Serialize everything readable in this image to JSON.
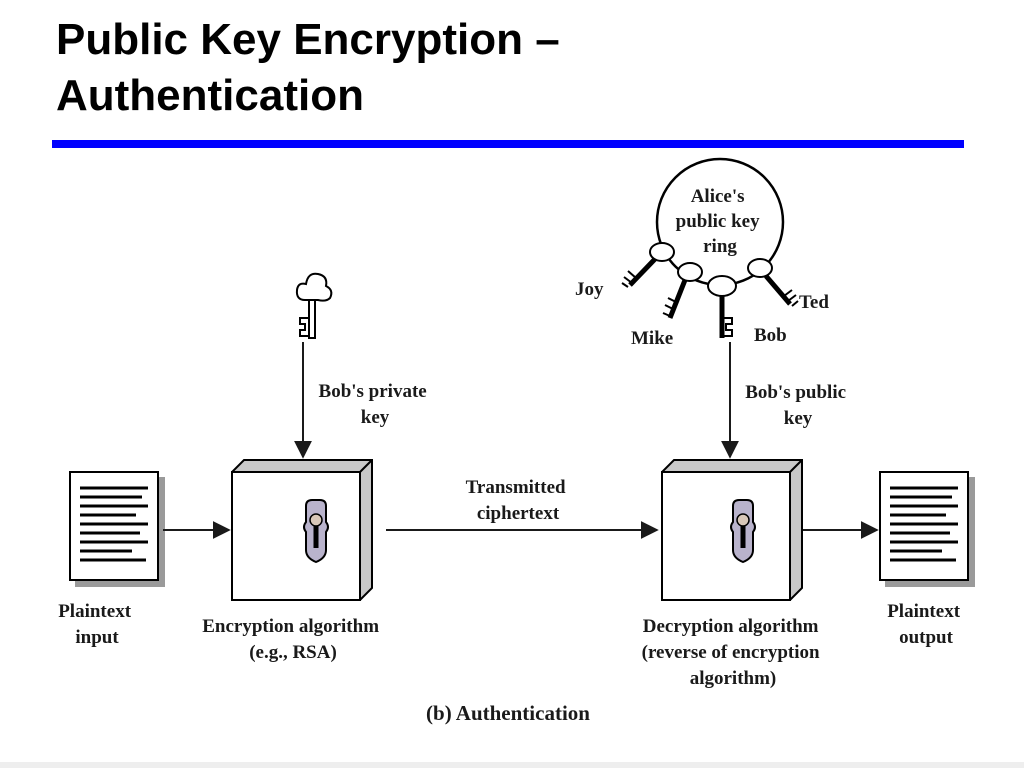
{
  "slide": {
    "title": "Public Key Encryption –\nAuthentication",
    "accent_color": "#0000ff"
  },
  "diagram": {
    "plaintext_input": [
      "Plaintext",
      "input"
    ],
    "encryption_algorithm": [
      "Encryption algorithm",
      "(e.g., RSA)"
    ],
    "transmitted_ciphertext": [
      "Transmitted",
      "ciphertext"
    ],
    "decryption_algorithm": [
      "Decryption algorithm",
      "(reverse of encryption",
      "algorithm)"
    ],
    "plaintext_output": [
      "Plaintext",
      "output"
    ],
    "private_key": [
      "Bob's private",
      "key"
    ],
    "public_key": [
      "Bob's public",
      "key"
    ],
    "key_ring": [
      "Alice's",
      "public key",
      "ring"
    ],
    "ring_owners": {
      "joy": "Joy",
      "mike": "Mike",
      "bob": "Bob",
      "ted": "Ted"
    },
    "caption": "(b) Authentication",
    "icons": [
      "document-icon",
      "key-icon",
      "lock-icon",
      "key-ring-icon"
    ]
  }
}
